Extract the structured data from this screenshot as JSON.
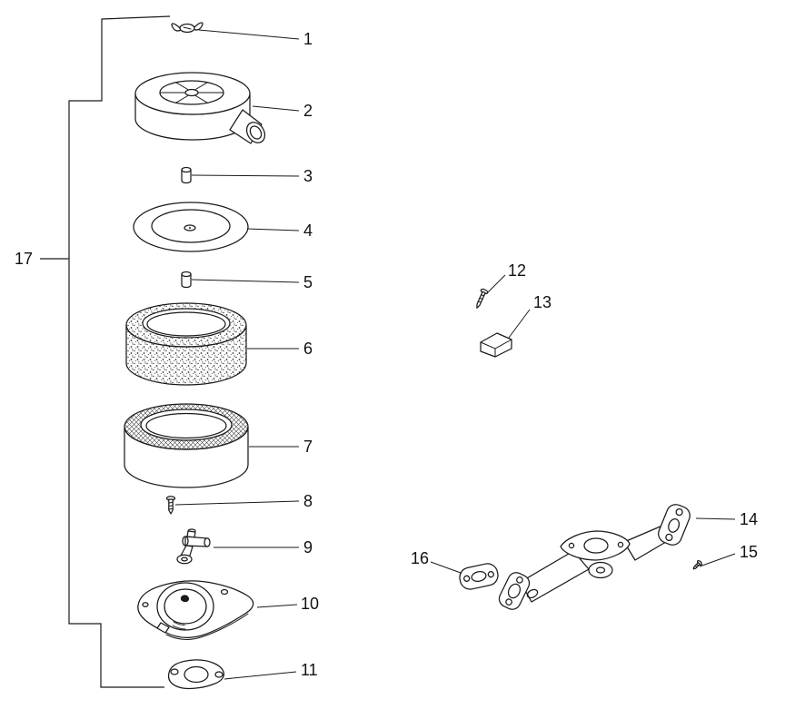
{
  "figure": {
    "background_color": "#ffffff",
    "ink_color": "#1a1a1a"
  },
  "parts": [
    {
      "label": "1",
      "name": "wing-nut"
    },
    {
      "label": "2",
      "name": "air-cleaner-cover"
    },
    {
      "label": "3",
      "name": "spacer-upper"
    },
    {
      "label": "4",
      "name": "element-cover-plate"
    },
    {
      "label": "5",
      "name": "spacer-lower"
    },
    {
      "label": "6",
      "name": "foam-element"
    },
    {
      "label": "7",
      "name": "paper-element"
    },
    {
      "label": "8",
      "name": "screw-small"
    },
    {
      "label": "9",
      "name": "elbow-fitting"
    },
    {
      "label": "10",
      "name": "air-cleaner-base"
    },
    {
      "label": "11",
      "name": "base-gasket"
    },
    {
      "label": "12",
      "name": "screw-angled"
    },
    {
      "label": "13",
      "name": "baffle"
    },
    {
      "label": "14",
      "name": "intake-manifold"
    },
    {
      "label": "15",
      "name": "screw-tiny"
    },
    {
      "label": "16",
      "name": "flange-gasket"
    },
    {
      "label": "17",
      "name": "air-cleaner-assembly-group"
    }
  ]
}
